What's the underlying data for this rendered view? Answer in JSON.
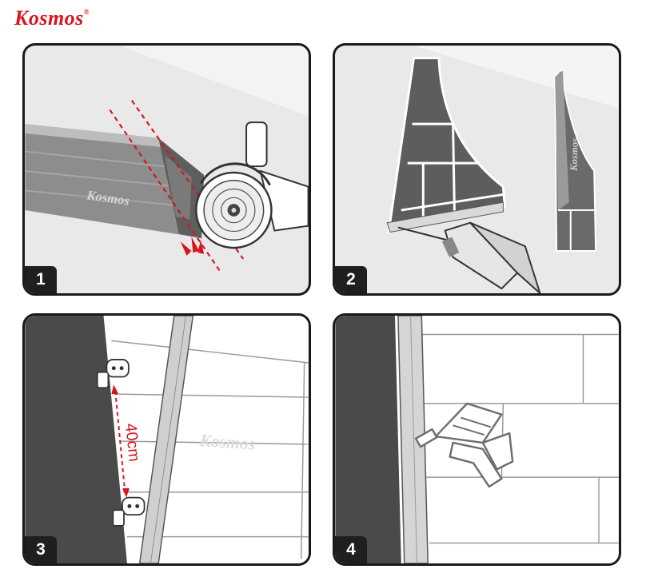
{
  "brand": {
    "name": "Kosmos",
    "mark": "®"
  },
  "steps": [
    {
      "number": "1"
    },
    {
      "number": "2"
    },
    {
      "number": "3",
      "spacing_label": "40cm"
    },
    {
      "number": "4"
    }
  ],
  "watermark": "Kosmos",
  "colors": {
    "brand_red": "#d7141c",
    "profile_gray": "#5a5a5a",
    "dark_wall": "#4a4a4a"
  }
}
